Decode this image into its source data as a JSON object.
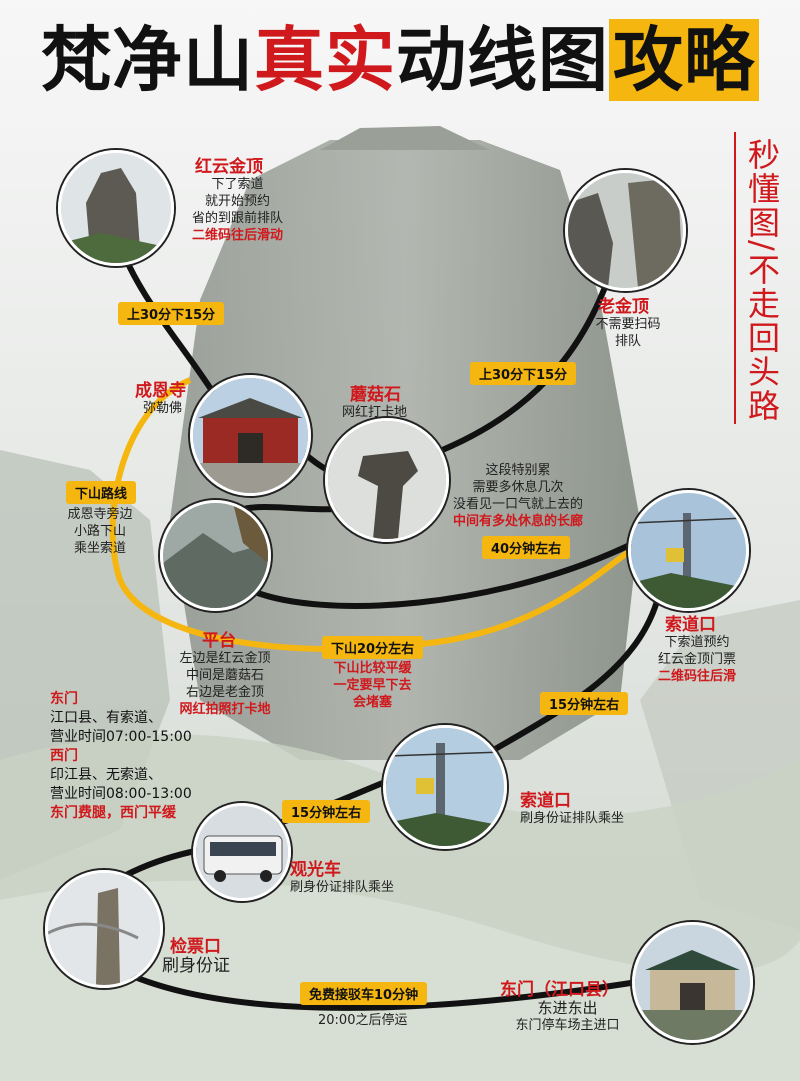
{
  "title": {
    "part1": "梵净山",
    "part2": "真实",
    "part3": "动线图",
    "part4": "攻略"
  },
  "side_text": "秒懂图/不走回头路",
  "nodes": {
    "hongyun": {
      "name": "红云金顶",
      "lines": [
        "下了索道",
        "就开始预约",
        "省的到跟前排队"
      ],
      "red": "二维码往后滑动"
    },
    "laojin": {
      "name": "老金顶",
      "lines": [
        "不需要扫码",
        "排队"
      ]
    },
    "chengen": {
      "name": "成恩寺",
      "lines": [
        "弥勒佛"
      ]
    },
    "mogu": {
      "name": "蘑菇石",
      "lines": [
        "网红打卡地"
      ]
    },
    "pingtai": {
      "name": "平台",
      "lines": [
        "左边是红云金顶",
        "中间是蘑菇石",
        "右边是老金顶"
      ],
      "red": "网红拍照打卡地"
    },
    "suodao_top": {
      "name": "索道口",
      "lines": [
        "下索道预约",
        "红云金顶门票"
      ],
      "red": "二维码往后滑"
    },
    "suodao_bottom": {
      "name": "索道口",
      "lines": [
        "刷身份证排队乘坐"
      ]
    },
    "guanguang": {
      "name": "观光车",
      "lines": [
        "刷身份证排队乘坐"
      ]
    },
    "jianpiao": {
      "name": "检票口",
      "lines": [
        "刷身份证"
      ]
    },
    "dongmen": {
      "name": "东门（江口县）",
      "lines": [
        "东进东出",
        "东门停车场主进口"
      ]
    }
  },
  "segment_note": {
    "lines": [
      "这段特别累",
      "需要多休息几次",
      "没看见一口气就上去的"
    ],
    "red": "中间有多处休息的长廊"
  },
  "descent_note": {
    "lines": [
      "成恩寺旁边",
      "小路下山",
      "乘坐索道"
    ]
  },
  "descent_red": [
    "下山比较平缓",
    "一定要早下去",
    "会堵塞"
  ],
  "pills": {
    "p1": "上30分下15分",
    "p2": "上30分下15分",
    "p3": "下山路线",
    "p4": "40分钟左右",
    "p5": "下山20分左右",
    "p6": "15分钟左右",
    "p7": "15分钟左右",
    "p8": "免费接驳车10分钟"
  },
  "shuttle_note": "20:00之后停运",
  "gates": {
    "east_head": "东门",
    "east_lines": [
      "江口县、有索道、",
      "营业时间07:00-15:00"
    ],
    "west_head": "西门",
    "west_lines": [
      "印江县、无索道、",
      "营业时间08:00-13:00"
    ],
    "summary": "东门费腿，西门平缓"
  },
  "colors": {
    "accent_red": "#d0191d",
    "accent_yellow": "#f5b70f",
    "route_black": "#111111"
  }
}
